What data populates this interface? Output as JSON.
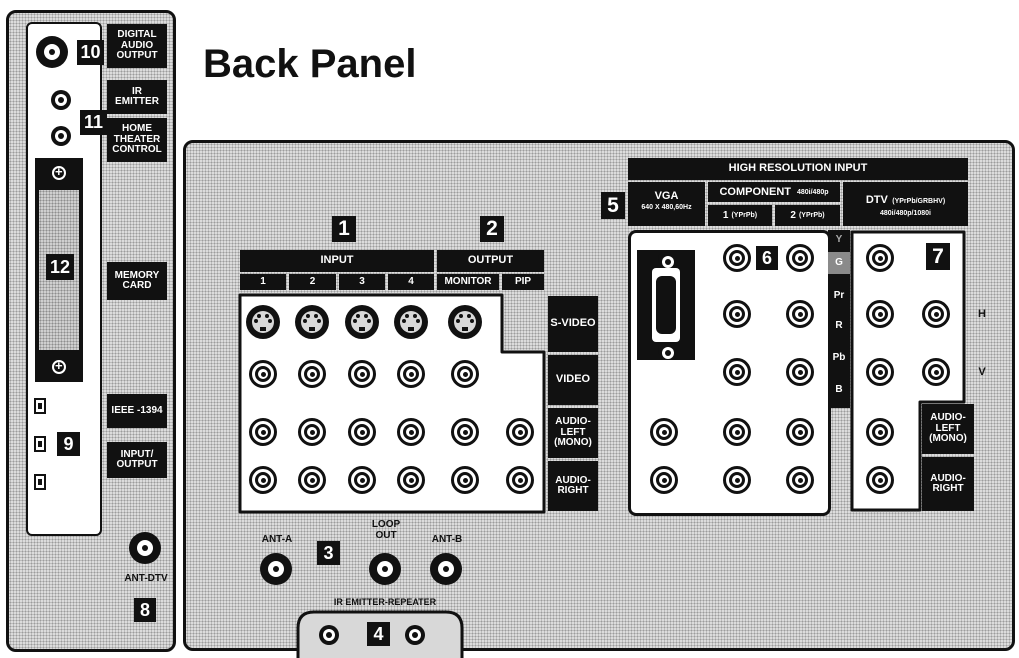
{
  "title": "Back Panel",
  "badges": {
    "n1": "1",
    "n2": "2",
    "n3": "3",
    "n4": "4",
    "n5": "5",
    "n6": "6",
    "n7": "7",
    "n8": "8",
    "n9": "9",
    "n10": "10",
    "n11": "11",
    "n12": "12"
  },
  "side": {
    "digital_audio_output": "DIGITAL AUDIO OUTPUT",
    "ir_emitter": "IR EMITTER",
    "home_theater_control": "HOME THEATER CONTROL",
    "memory_card": "MEMORY CARD",
    "ieee_1394": "IEEE -1394",
    "input_output": "INPUT/ OUTPUT",
    "ant_dtv": "ANT-DTV"
  },
  "av": {
    "input": "INPUT",
    "output": "OUTPUT",
    "in1": "1",
    "in2": "2",
    "in3": "3",
    "in4": "4",
    "monitor": "MONITOR",
    "pip": "PIP",
    "svideo": "S-VIDEO",
    "video": "VIDEO",
    "audio_left": "AUDIO- LEFT (MONO)",
    "audio_right": "AUDIO- RIGHT"
  },
  "antenna": {
    "ant_a": "ANT-A",
    "loop_out": "LOOP OUT",
    "ant_b": "ANT-B",
    "ir_repeater": "IR EMITTER-REPEATER"
  },
  "hires": {
    "title": "HIGH RESOLUTION INPUT",
    "vga": "VGA",
    "vga_spec": "640 X 480,60Hz",
    "component": "COMPONENT",
    "component_spec": "480i/480p",
    "comp1": "1",
    "comp1_spec": "(YPrPb)",
    "comp2": "2",
    "comp2_spec": "(YPrPb)",
    "dtv": "DTV",
    "dtv_spec": "(YPrPb/GRBHV)",
    "dtv_res": "480i/480p/1080i",
    "y": "Y",
    "g": "G",
    "pr": "Pr",
    "r": "R",
    "pb": "Pb",
    "b": "B",
    "h": "H",
    "v": "V",
    "audio_left": "AUDIO- LEFT (MONO)",
    "audio_right": "AUDIO- RIGHT"
  }
}
